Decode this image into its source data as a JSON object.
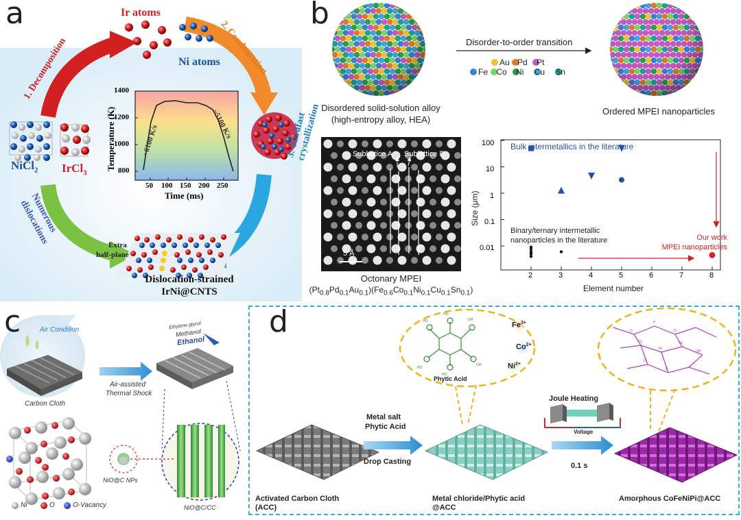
{
  "panel_a": {
    "label": "a",
    "ir_atoms": "Ir atoms",
    "ni_atoms": "Ni atoms",
    "step1": "1. Decomposition",
    "step2": "2. Condensation",
    "step3": "3. Ultrafast crystallization",
    "numerous": "Numerous",
    "dislocations": "dislocations",
    "nicl2": "NiCl",
    "nicl2_sub": "2",
    "ircl3": "IrCl",
    "ircl3_sub": "3",
    "extra": "Extra",
    "half_plane": "half-plane",
    "result_line1": "Dislocation-strained",
    "result_line2": "IrNi@CNTS",
    "inset": {
      "ylabel": "Temperature (K)",
      "xlabel": "Time (ms)",
      "yticks": [
        "1400",
        "1200",
        "1000",
        "800"
      ],
      "xticks": [
        "50",
        "100",
        "150",
        "200",
        "250"
      ],
      "heat_rate": "~6100 K/s",
      "cool_rate": "~5100 K/s"
    }
  },
  "panel_b": {
    "label": "b",
    "transition": "Disorder-to-order transition",
    "left_caption1": "Disordered solid-solution alloy",
    "left_caption2": "(high-entropy alloy, HEA)",
    "right_caption": "Ordered MPEI nanoparticles",
    "elements_row1": [
      "Au",
      "Pd",
      "Pt"
    ],
    "elements_row2": [
      "Fe",
      "Co",
      "Ni",
      "Cu",
      "Sn"
    ],
    "element_colors": {
      "Au": "#f1c232",
      "Pd": "#e07a2a",
      "Pt": "#c25bc4",
      "Fe": "#3d7fd9",
      "Co": "#7fd36a",
      "Ni": "#2e9c4e",
      "Cu": "#4aa0e0",
      "Sn": "#1aa39a"
    },
    "sublattice_a": "Sublattice A",
    "sublattice_b": "Sublattice B",
    "scale": "5 Å",
    "octonary": "Octonary MPEI",
    "formula": "(Pt0.8Pd0.1Au0.1)(Fe0.6Co0.1Ni0.1Cu0.1Sn0.1)",
    "chart": {
      "ylabel": "Size (μm)",
      "xlabel": "Element number",
      "yticks": [
        "100",
        "10",
        "1",
        "0.1",
        "0.01"
      ],
      "xticks": [
        "2",
        "3",
        "4",
        "5",
        "6",
        "7",
        "8"
      ],
      "bulk_label": "Bulk intermetallics in the literature",
      "binary_line1": "Binary/ternary intermetallic",
      "binary_line2": "nanoparticles in the literature",
      "ourwork_line1": "Our work",
      "ourwork_line2": "MPEI nanoparticles"
    }
  },
  "panel_c": {
    "label": "c",
    "air": "Air Condition",
    "carbon_cloth": "Carbon Cloth",
    "air_assisted": "Air-assisted",
    "thermal_shock": "Thermal Shock",
    "ethylene": "Ethylene glycol",
    "methanol": "Methanol",
    "ethanol": "Ethanol",
    "np": "NiO@C NPs",
    "cc": "NiO@C/CC",
    "legend": [
      "Ni",
      "O",
      "O-Vacancy"
    ]
  },
  "panel_d": {
    "label": "d",
    "phytic": "Phytic Acid",
    "fe": "Fe",
    "fe_sup": "3+",
    "co": "Co",
    "co_sup": "2+",
    "ni": "Ni",
    "ni_sup": "2+",
    "metal_salt": "Metal salt",
    "phytic_acid": "Phytic Acid",
    "drop_casting": "Drop Casting",
    "joule": "Joule Heating",
    "voltage": "Voltage",
    "time": "0.1 s",
    "cap1_line1": "Activated Carbon Cloth",
    "cap1_line2": "(ACC)",
    "cap2_line1": "Metal chloride/Phytic acid",
    "cap2_line2": "@ACC",
    "cap3": "Amorphous CoFeNiPi@ACC"
  }
}
